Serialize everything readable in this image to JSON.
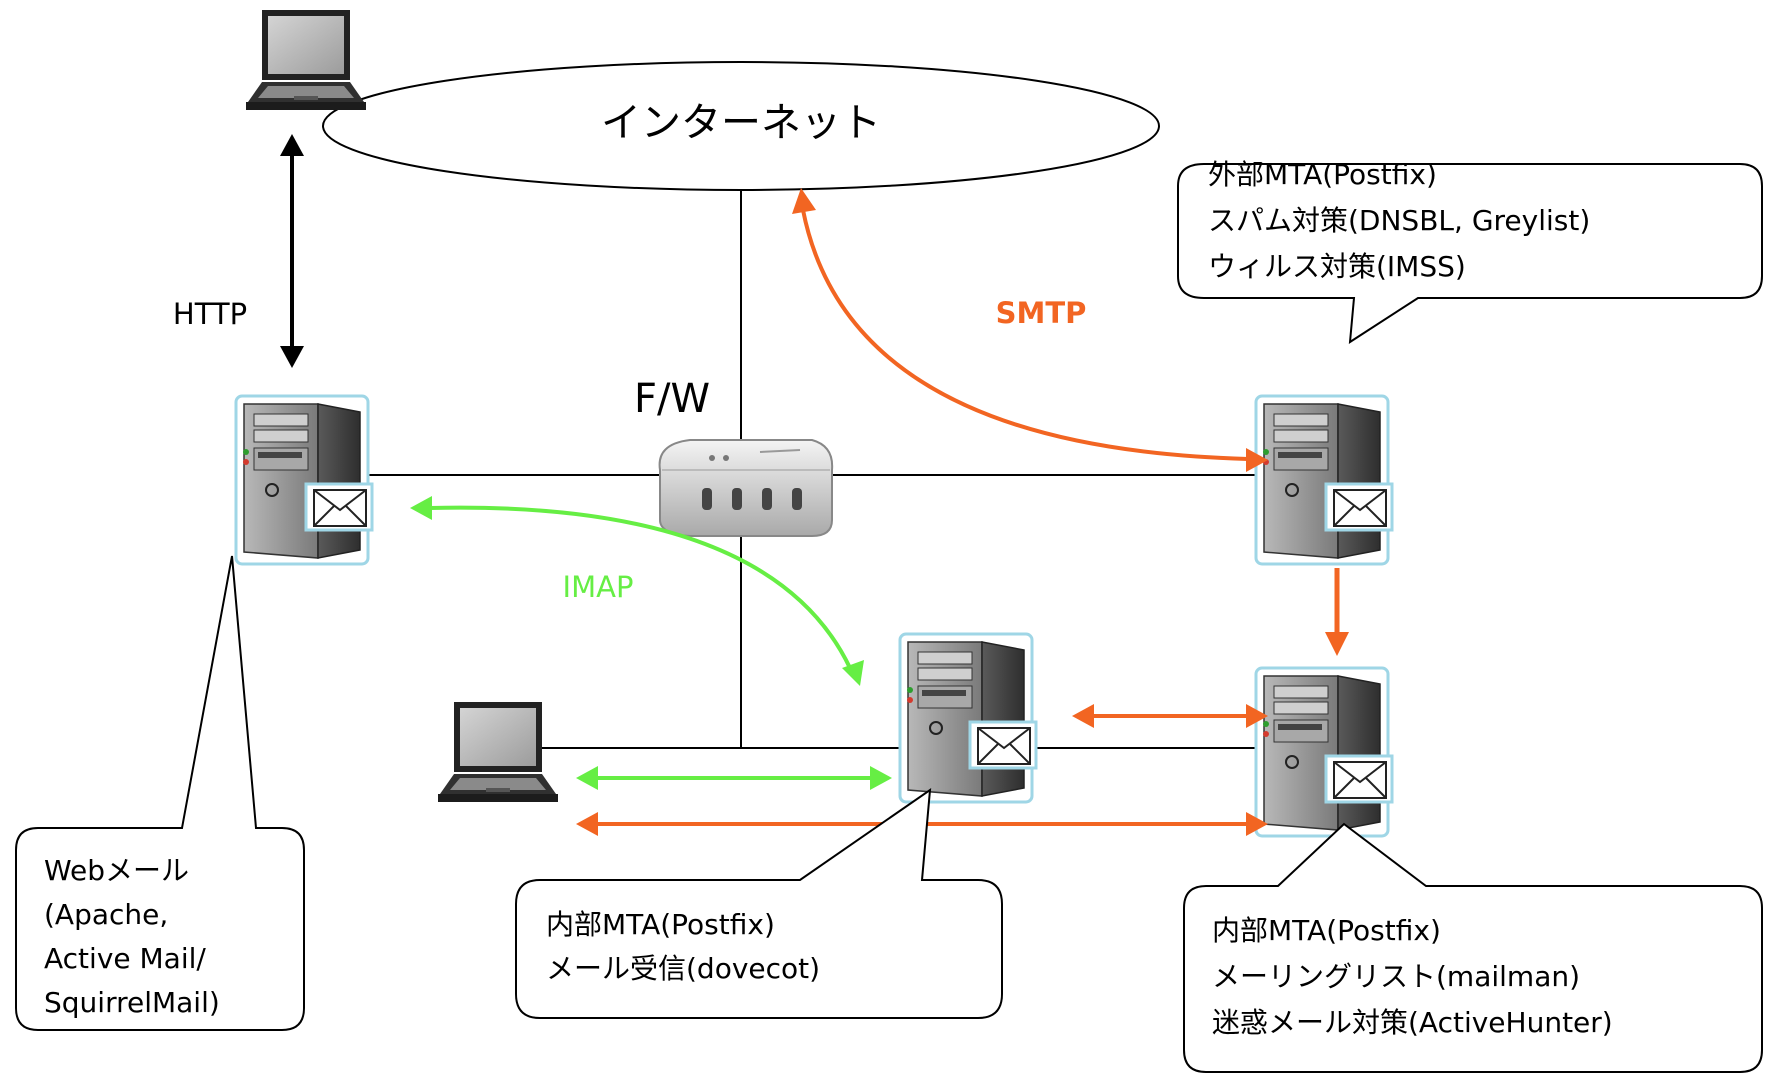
{
  "labels": {
    "internet": "インターネット",
    "firewall": "F/W",
    "http": "HTTP",
    "smtp": "SMTP",
    "imap": "IMAP"
  },
  "callouts": {
    "external_mta": [
      "外部MTA(Postfix)",
      "スパム対策(DNSBL, Greylist)",
      "ウィルス対策(IMSS)"
    ],
    "webmail": [
      "Webメール",
      "(Apache,",
      "Active Mail/",
      "SquirrelMail)"
    ],
    "internal_mta_mailbox": [
      "内部MTA(Postfix)",
      "メール受信(dovecot)"
    ],
    "internal_mta_list": [
      "内部MTA(Postfix)",
      "メーリングリスト(mailman)",
      "迷惑メール対策(ActiveHunter)"
    ]
  },
  "colors": {
    "smtp": "#f26522",
    "imap": "#66ee44",
    "http": "#000000",
    "line": "#000000"
  }
}
